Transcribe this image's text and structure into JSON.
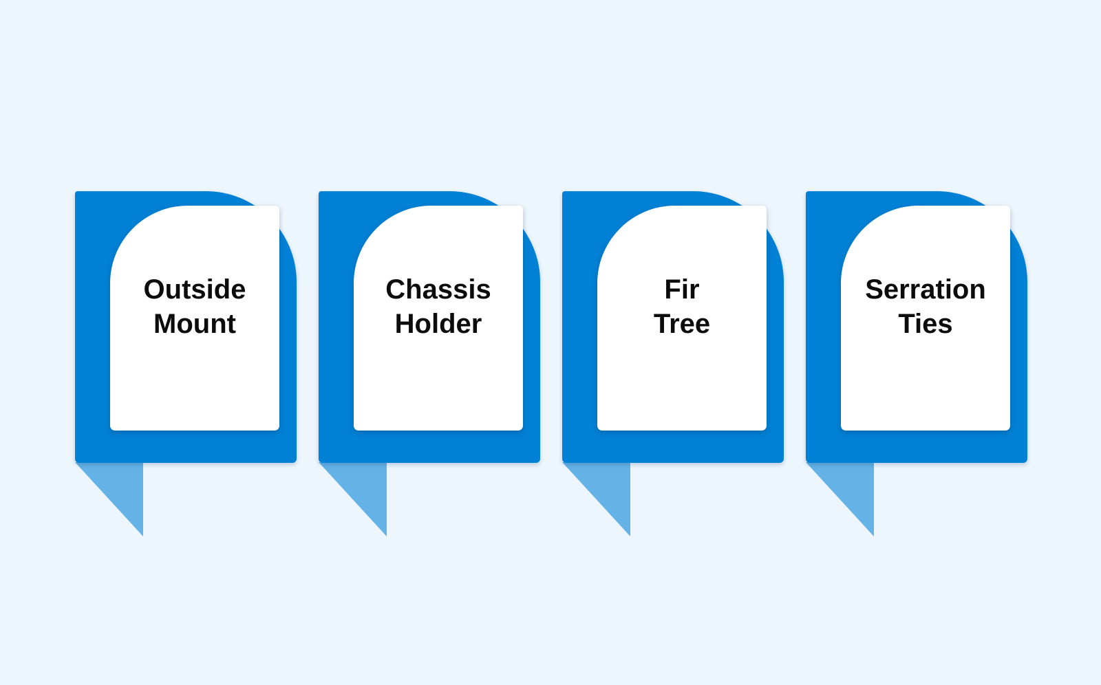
{
  "colors": {
    "background": "#eef6fd",
    "card_primary": "#0081d5",
    "card_tail": "#64b2e6",
    "card_face": "#ffffff",
    "text": "#0c0c0c"
  },
  "cards": [
    {
      "line1": "Outside",
      "line2": "Mount"
    },
    {
      "line1": "Chassis",
      "line2": "Holder"
    },
    {
      "line1": "Fir",
      "line2": "Tree"
    },
    {
      "line1": "Serration",
      "line2": "Ties"
    }
  ]
}
